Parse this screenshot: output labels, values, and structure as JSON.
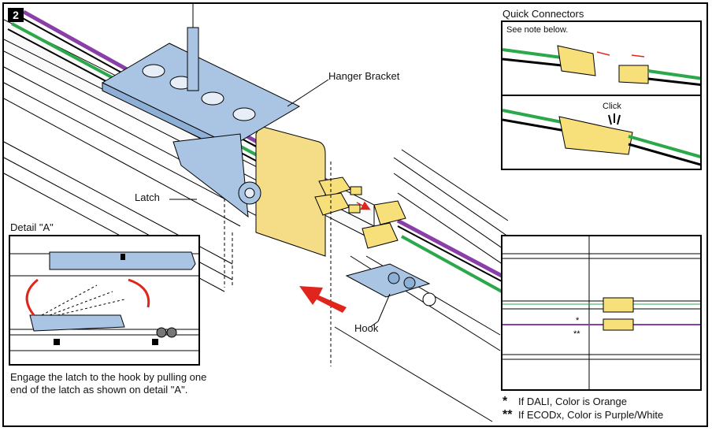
{
  "step_number": "2",
  "labels": {
    "hanger_bracket": "Hanger Bracket",
    "latch": "Latch",
    "hook": "Hook"
  },
  "quick_connectors": {
    "title": "Quick Connectors",
    "note": "See note below.",
    "click": "Click"
  },
  "detail_a": {
    "title": "Detail \"A\"",
    "caption": "Engage the latch to the hook by pulling one end of the latch as shown on detail \"A\"."
  },
  "wiring_notes": [
    {
      "marker": "*",
      "text": "If DALI, Color is Orange"
    },
    {
      "marker": "**",
      "text": "If ECODx, Color is Purple/White"
    }
  ],
  "colors": {
    "bracket_blue": "#a9c5e3",
    "connector_yellow": "#f7df7a",
    "wire_green": "#2aa84a",
    "wire_purple": "#8a3ea8",
    "arrow_red": "#e0261c",
    "plate_yellow": "#f5dc86"
  }
}
